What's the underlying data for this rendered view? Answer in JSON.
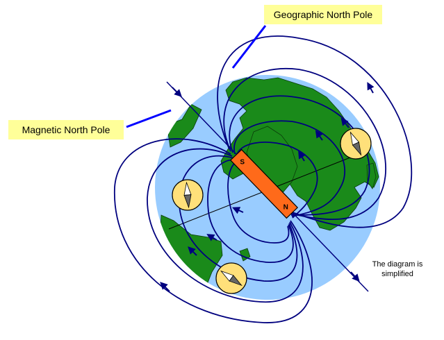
{
  "labels": {
    "geographic_north_pole": "Geographic North Pole",
    "magnetic_north_pole": "Magnetic North Pole",
    "note": "The diagram is simplified"
  },
  "magnet": {
    "south_label": "S",
    "north_label": "N"
  },
  "colors": {
    "ocean": "#99ccff",
    "land": "#1a8a1a",
    "field_lines": "#00007f",
    "magnet": "#ff6a1a",
    "compass_face": "#ffe07a",
    "label_background": "#ffff99",
    "pointer_line": "#0000ff"
  },
  "icons": [
    "earth-globe",
    "bar-magnet",
    "compass-icon"
  ]
}
